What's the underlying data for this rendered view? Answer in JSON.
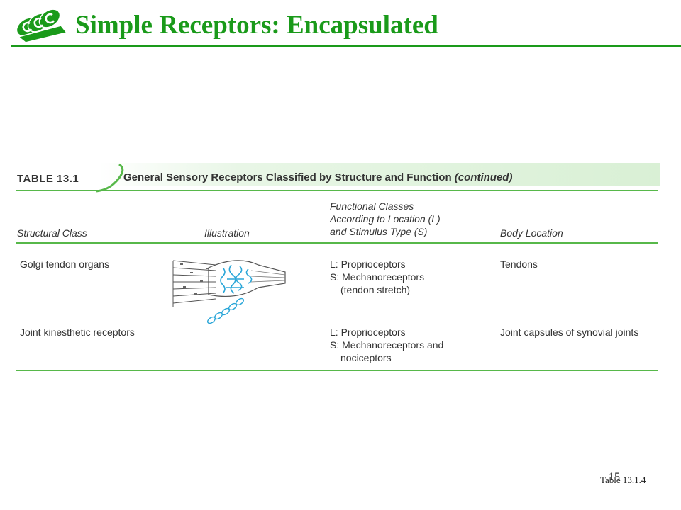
{
  "slide": {
    "title": "Simple Receptors: Encapsulated",
    "number": "15",
    "figure_ref": "Table 13.1.4"
  },
  "logo": {
    "icon": "ecc-logo-icon",
    "color": "#1a9a1a"
  },
  "table": {
    "label": "TABLE 13.1",
    "caption": "General Sensory Receptors Classified by Structure and Function",
    "caption_suffix": "(continued)",
    "headers": {
      "structural_class": "Structural Class",
      "illustration": "Illustration",
      "functional_1": "Functional Classes",
      "functional_2": "According to Location (L)",
      "functional_3": "and Stimulus Type (S)",
      "body_location": "Body Location"
    },
    "rows": [
      {
        "structural_class": "Golgi tendon organs",
        "functional": [
          "L: Proprioceptors",
          "S: Mechanoreceptors",
          "(tendon stretch)"
        ],
        "body_location": "Tendons",
        "illustration_icon": "tendon-organ-illustration"
      },
      {
        "structural_class": "Joint kinesthetic receptors",
        "functional": [
          "L: Proprioceptors",
          "S: Mechanoreceptors and",
          "nociceptors"
        ],
        "body_location": "Joint capsules of synovial joints"
      }
    ]
  },
  "colors": {
    "title": "#1a9a1a",
    "rule": "#57b84a",
    "nerve": "#2aa6d8"
  }
}
